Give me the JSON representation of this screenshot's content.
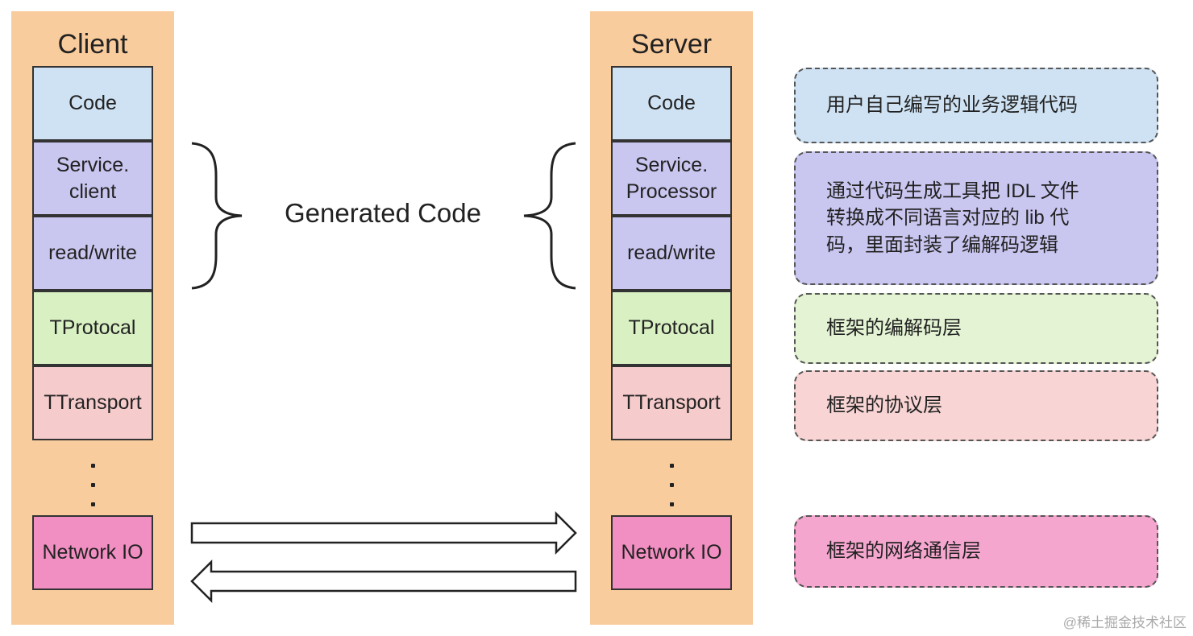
{
  "client": {
    "title": "Client",
    "layers": {
      "code": "Code",
      "service": "Service.\nclient",
      "readwrite": "read/write",
      "protocol": "TProtocal",
      "transport": "TTransport",
      "network": "Network IO"
    }
  },
  "server": {
    "title": "Server",
    "layers": {
      "code": "Code",
      "service": "Service.\nProcessor",
      "readwrite": "read/write",
      "protocol": "TProtocal",
      "transport": "TTransport",
      "network": "Network IO"
    }
  },
  "generated_code_label": "Generated Code",
  "descriptions": {
    "code": "用户自己编写的业务逻辑代码",
    "generated": "通过代码生成工具把 IDL 文件\n转换成不同语言对应的 lib 代\n码，里面封装了编解码逻辑",
    "protocol": "框架的编解码层",
    "transport": "框架的协议层",
    "network": "框架的网络通信层"
  },
  "watermark": "@稀土掘金技术社区",
  "colors": {
    "column_bg": "#f9cc9d",
    "code": "#cfe2f3",
    "service": "#c9c6f0",
    "protocol": "#d9f0c3",
    "transport": "#f6cbcb",
    "network": "#f28fc2"
  }
}
